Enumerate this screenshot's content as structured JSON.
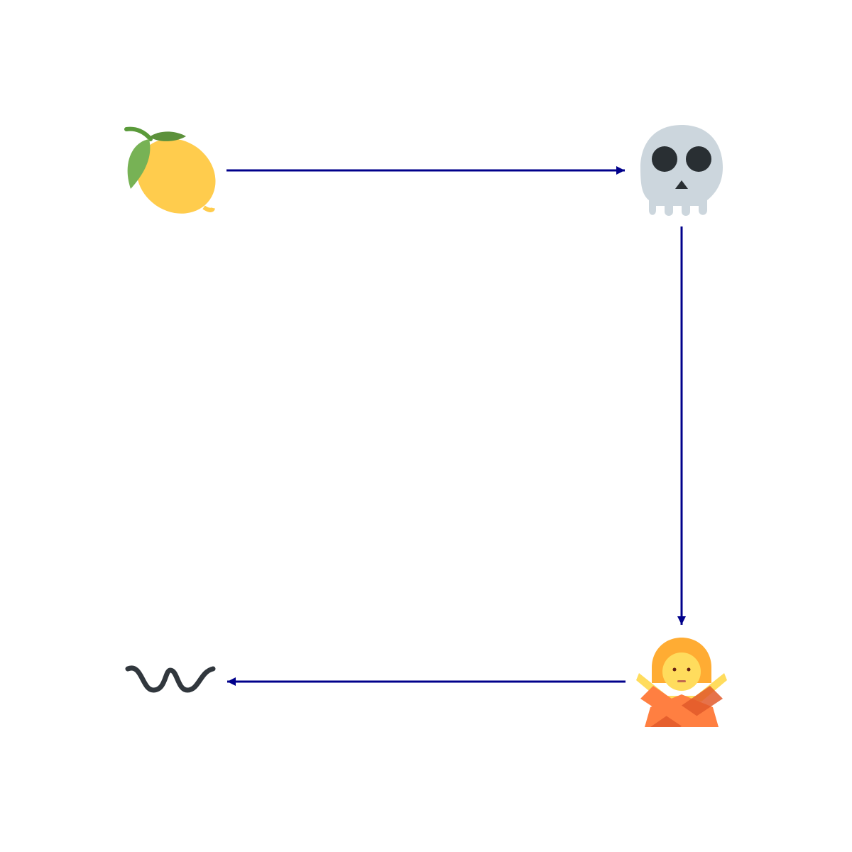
{
  "diagram": {
    "nodes": [
      {
        "id": "lemon",
        "icon": "lemon-icon"
      },
      {
        "id": "skull",
        "icon": "skull-icon"
      },
      {
        "id": "person-gesturing-no",
        "icon": "person-gesturing-no-icon"
      },
      {
        "id": "wavy-dash",
        "icon": "wavy-dash-icon"
      }
    ],
    "edges": [
      {
        "from": "lemon",
        "to": "skull"
      },
      {
        "from": "skull",
        "to": "person-gesturing-no"
      },
      {
        "from": "person-gesturing-no",
        "to": "wavy-dash"
      }
    ],
    "colors": {
      "arrow": "#00008b",
      "background": "#ffffff"
    }
  }
}
